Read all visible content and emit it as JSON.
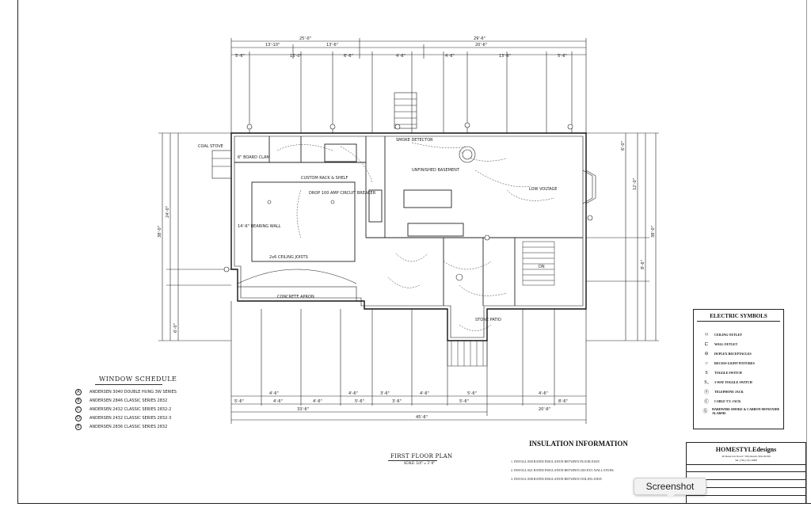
{
  "dimensions": {
    "top_overall_left": "25'-0\"",
    "top_overall_right": "29'-6\"",
    "top_seg_1": "13'-10\"",
    "top_seg_2": "13'-6\"",
    "top_seg_3": "20'-6\"",
    "top_seg_row2": [
      "5'-6\"",
      "13'-0\"",
      "6'-6\"",
      "4'-6\"",
      "4'-6\"",
      "13'-6\"",
      "5'-6\""
    ],
    "left_side": [
      "38'-0\"",
      "24'-0\"",
      "6'-0\""
    ],
    "right_side": [
      "38'-0\"",
      "6'-0\"",
      "12'-0\"",
      "8'-6\""
    ],
    "bottom_row1": [
      "4'-6\"",
      "4'-6\"",
      "3'-6\"",
      "4'-6\"",
      "5'-6\"",
      "4'-6\""
    ],
    "bottom_row2": [
      "5'-6\"",
      "4'-6\"",
      "4'-6\"",
      "5'-6\"",
      "3'-6\"",
      "5'-6\"",
      "8'-6\""
    ],
    "bottom_overall": [
      "33'-6\"",
      "20'-6\"",
      "45'-6\""
    ]
  },
  "room_notes": [
    "COAL STOVE",
    "6\" BOARD CLAM",
    "CUSTOM RACK & SHELF",
    "SMOKE DETECTOR",
    "LOW VOLTAGE",
    "DROP 100 AMP CIRCUIT BREAKER",
    "14'-6\" BEARING WALL",
    "2x6 CEILING JOISTS",
    "CONCRETE APRON",
    "UNFINISHED BASEMENT",
    "STONE PATIO",
    "DN"
  ],
  "window_schedule": {
    "title": "WINDOW SCHEDULE",
    "rows": [
      {
        "mark": "A",
        "text": "ANDERSEN 3040 DOUBLE HUNG  3W SERIES"
      },
      {
        "mark": "B",
        "text": "ANDERSEN 2846 CLASSIC SERIES  2832"
      },
      {
        "mark": "C",
        "text": "ANDERSEN 2432 CLASSIC SERIES  2832-2"
      },
      {
        "mark": "D",
        "text": "ANDERSEN 2432 CLASSIC SERIES  2832-3"
      },
      {
        "mark": "E",
        "text": "ANDERSEN 2836 CLASSIC SERIES  2832"
      }
    ]
  },
  "legend": {
    "title": "ELECTRIC SYMBOLS",
    "items": [
      {
        "symbol": "⌑",
        "label": "CEILING OUTLET"
      },
      {
        "symbol": "⊏",
        "label": "WALL OUTLET"
      },
      {
        "symbol": "⊖",
        "label": "DUPLEX RECEPTACLES"
      },
      {
        "symbol": "○",
        "label": "RECESS LIGHT FIXTURES"
      },
      {
        "symbol": "S",
        "label": "TOGGLE SWITCH"
      },
      {
        "symbol": "S₃",
        "label": "3-WAY TOGGLE SWITCH"
      },
      {
        "symbol": "Ⓣ",
        "label": "TELEPHONE JACK"
      },
      {
        "symbol": "Ⓒ",
        "label": "CABLE T.V. JACK"
      },
      {
        "symbol": "Ⓢ",
        "label": "HARDWIRE SMOKE & CARBON MONOXIDE ALARMS"
      }
    ]
  },
  "insulation": {
    "title": "INSULATION INFORMATION",
    "notes": [
      "1.  INSTALL R30 RATED INSULATION BETWEEN FLOOR JOIST.",
      "2.  INSTALL R21 RATED INSULATION BETWEEN 2X6 EXT. WALL STUDS.",
      "3.  INSTALL R38 RATED INSULATION BETWEEN CEILING JOIST."
    ]
  },
  "title_block": {
    "brand": "HOMESTYLEdesigns",
    "address": "40 Reservoir Road • Weymouth, MA 02190",
    "tel": "Tel. (781) 331-0000"
  },
  "plan_caption": {
    "title": "FIRST FLOOR PLAN",
    "scale": "SCALE: 1/4\" = 1'-0\""
  },
  "tooltip": {
    "label": "Screenshot"
  }
}
